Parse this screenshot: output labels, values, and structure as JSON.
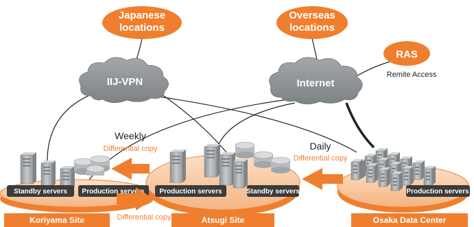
{
  "colors": {
    "orange": "#ef7f2e",
    "cloud": "#8f9497",
    "platform": "#f6c59b",
    "platform_edge": "#ef7f2e",
    "server": "#a7abae",
    "label_bg": "#3b3b3b",
    "line": "#222222"
  },
  "nodes": {
    "japanese_locations": "Japanese locations",
    "overseas_locations": "Overseas locations",
    "ras": "RAS",
    "ras_caption": "Remite Access",
    "ijvpn": "IIJ-VPN",
    "internet": "Internet"
  },
  "sites": {
    "koriyama": {
      "name": "Koriyama Site",
      "standby": "Standby servers",
      "production": "Production servers"
    },
    "atsugi": {
      "name": "Atsugi Site",
      "production": "Production servers",
      "standby": "Standby servers"
    },
    "osaka": {
      "name": "Osaka Data Center",
      "production": "Production servers"
    }
  },
  "transfers": {
    "weekly": {
      "title": "Weekly",
      "note": "Differential copy"
    },
    "bottom": {
      "note": "Differential copy"
    },
    "daily": {
      "title": "Daily",
      "note": "Differential copy"
    }
  }
}
